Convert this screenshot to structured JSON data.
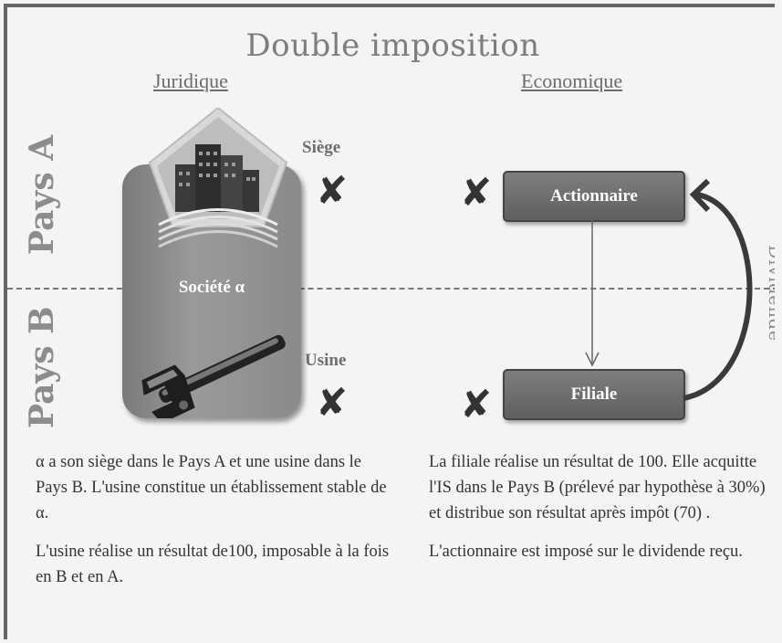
{
  "title": "Double imposition",
  "left_heading": "Juridique",
  "right_heading": "Economique",
  "pays_a": "Pays A",
  "pays_b": "Pays B",
  "siege_label": "Siège",
  "usine_label": "Usine",
  "societe_label": "Société α",
  "actionnaire_label": "Actionnaire",
  "filiale_label": "Filiale",
  "dividende_label": "Dividende",
  "cross_glyph": "✘",
  "left_text": {
    "p1": "α a son siège dans le Pays A et une usine dans le Pays B. L'usine constitue un établissement stable de α.",
    "p2": "L'usine réalise un résultat de100, imposable à la fois en B et en A."
  },
  "right_text": {
    "p1": "La filiale réalise un résultat de 100. Elle acquitte l'IS dans le Pays B (prélevé par hypothèse à 30%) et distribue son résultat après impôt (70) .",
    "p2": "L'actionnaire est imposé sur le dividende reçu."
  },
  "colors": {
    "box": "#6e6e6e",
    "text": "#333333",
    "muted": "#8c8c8c"
  }
}
